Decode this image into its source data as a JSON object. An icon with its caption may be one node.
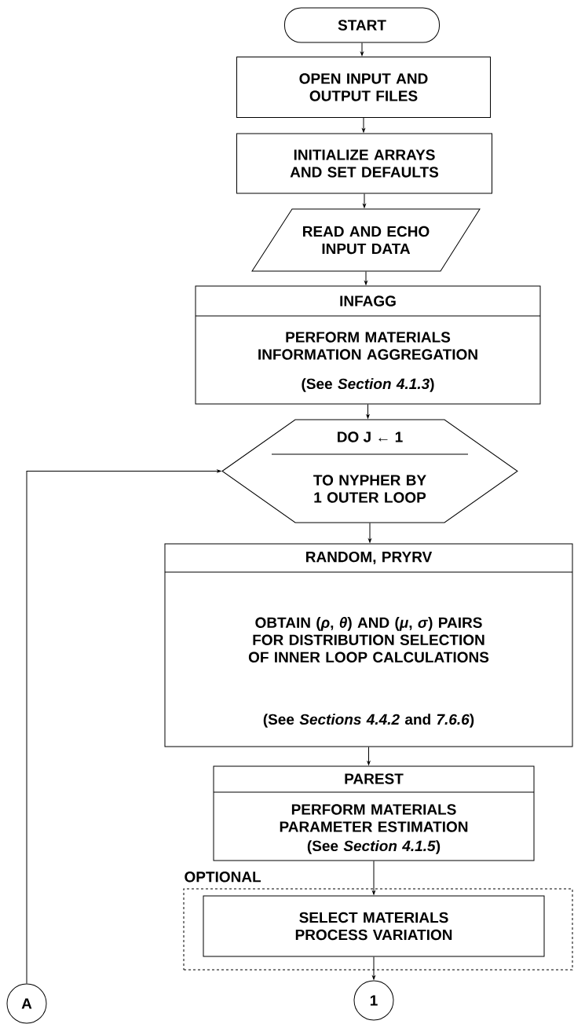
{
  "diagram": {
    "nodes": [
      {
        "text": [
          "START"
        ]
      },
      {
        "text": [
          "OPEN INPUT AND OUTPUT FILES"
        ]
      },
      {
        "text": [
          "INITIALIZE ARRAYS AND SET DEFAULTS"
        ]
      },
      {
        "text": [
          "READ AND ECHO INPUT DATA"
        ]
      },
      {
        "text": [
          "INFAGG",
          "PERFORM MATERIALS INFORMATION AGGREGATION",
          "(See *Section 4.1.3*)"
        ]
      },
      {
        "text": [
          "DO J ← 1",
          "TO NYPHER BY 1 OUTER LOOP"
        ]
      },
      {
        "text": [
          "RANDOM, PRYRV",
          "OBTAIN (*ρ*, *θ*) AND (*μ*, *σ*) PAIRS FOR DISTRIBUTION SELECTION OF INNER LOOP CALCULATIONS",
          "(See *Sections 4.4.2* and *7.6.6*)"
        ]
      },
      {
        "text": [
          "PAREST",
          "PERFORM MATERIALS PARAMETER ESTIMATION",
          "(See *Section 4.1.5*)"
        ]
      },
      {
        "text": [
          "OPTIONAL"
        ]
      },
      {
        "text": [
          "SELECT MATERIALS PROCESS VARIATION"
        ],
        "in": 8
      },
      {
        "text": [
          "1"
        ]
      },
      {
        "text": [
          "A"
        ]
      }
    ],
    "edges": [
      {
        "from": 0,
        "to": 1,
        "arrow": "to"
      },
      {
        "from": 1,
        "to": 2,
        "arrow": "to"
      },
      {
        "from": 2,
        "to": 3,
        "arrow": "to"
      },
      {
        "from": 3,
        "to": 4,
        "arrow": "to"
      },
      {
        "from": 4,
        "to": 5,
        "arrow": "to"
      },
      {
        "from": 5,
        "to": 6,
        "arrow": "to"
      },
      {
        "from": 6,
        "to": 7,
        "arrow": "to"
      },
      {
        "from": 7,
        "to": 9,
        "arrow": "to"
      },
      {
        "from": 9,
        "to": 10,
        "arrow": "to"
      },
      {
        "from": 11,
        "to": 5,
        "arrow": "to"
      }
    ]
  }
}
